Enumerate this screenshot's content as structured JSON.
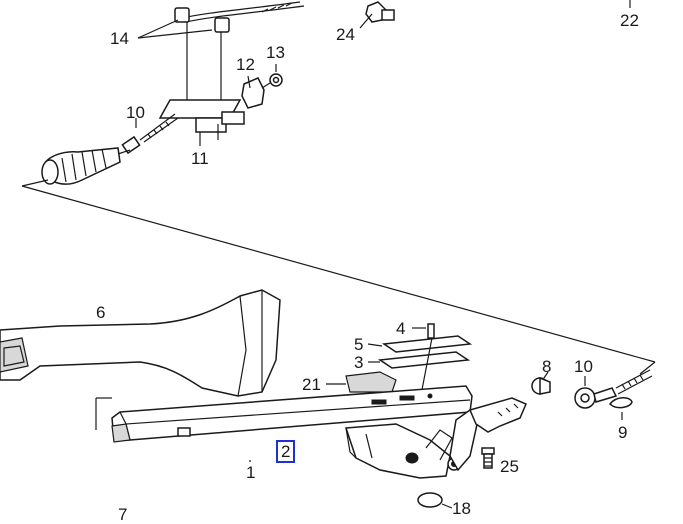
{
  "labels": {
    "p14": "14",
    "p24": "24",
    "p22": "22",
    "p13": "13",
    "p12": "12",
    "p10_top": "10",
    "p11": "11",
    "p6": "6",
    "p4": "4",
    "p5": "5",
    "p3": "3",
    "p21": "21",
    "p8": "8",
    "p10": "10",
    "p9": "9",
    "p2": "2",
    "p1": "1",
    "p25": "25",
    "p18": "18",
    "p7": "7"
  },
  "highlight": {
    "part": "2",
    "color": "#1f2fd6"
  }
}
